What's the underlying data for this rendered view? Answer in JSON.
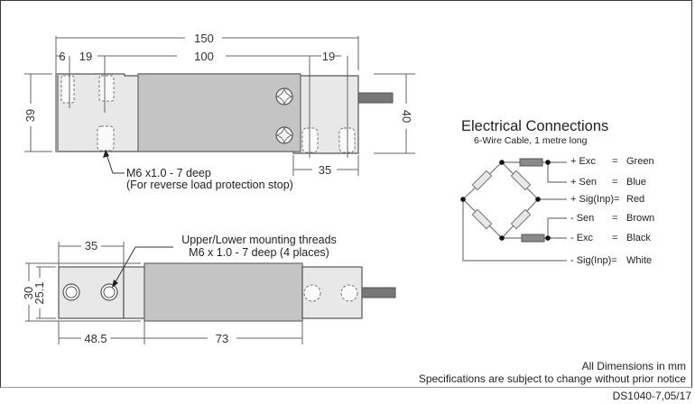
{
  "colors": {
    "gauge_area": "#c4c4c4",
    "body": "#e8e8e8",
    "cable": "#777777",
    "lines": "#666666"
  },
  "top_view": {
    "dimensions": {
      "overall_length": "150",
      "hole_offset": "6",
      "hole_spacing_left": "19",
      "hole_spacing_center": "100",
      "hole_spacing_right": "19",
      "height_left": "39",
      "height_right": "40",
      "right_section": "35"
    },
    "callout": {
      "line1": "M6 x1.0 - 7 deep",
      "line2": "(For reverse load protection stop)"
    }
  },
  "side_view": {
    "dimensions": {
      "hole_spacing": "35",
      "height_outer": "30",
      "height_inner": "25.1",
      "left_section": "48.5",
      "gauge_length": "73"
    },
    "callout": {
      "line1": "Upper/Lower mounting threads",
      "line2": "M6 x 1.0 - 7 deep (4 places)"
    }
  },
  "electrical": {
    "title": "Electrical Connections",
    "subtitle": "6-Wire Cable, 1 metre long",
    "wires": [
      {
        "signal": "+ Exc",
        "eq": "=",
        "color": "Green"
      },
      {
        "signal": "+ Sen",
        "eq": "=",
        "color": "Blue"
      },
      {
        "signal": "+ Sig(Inp)=",
        "eq": "",
        "color": "Red"
      },
      {
        "signal": "-  Sen",
        "eq": "=",
        "color": "Brown"
      },
      {
        "signal": "-  Exc",
        "eq": "=",
        "color": "Black"
      },
      {
        "signal": "- Sig(Inp)=",
        "eq": "",
        "color": "White"
      }
    ]
  },
  "footer": {
    "units_note": "All Dimensions in mm",
    "disclaimer": "Specifications are subject to change without prior notice",
    "doc_code": "DS1040-7,05/17"
  }
}
